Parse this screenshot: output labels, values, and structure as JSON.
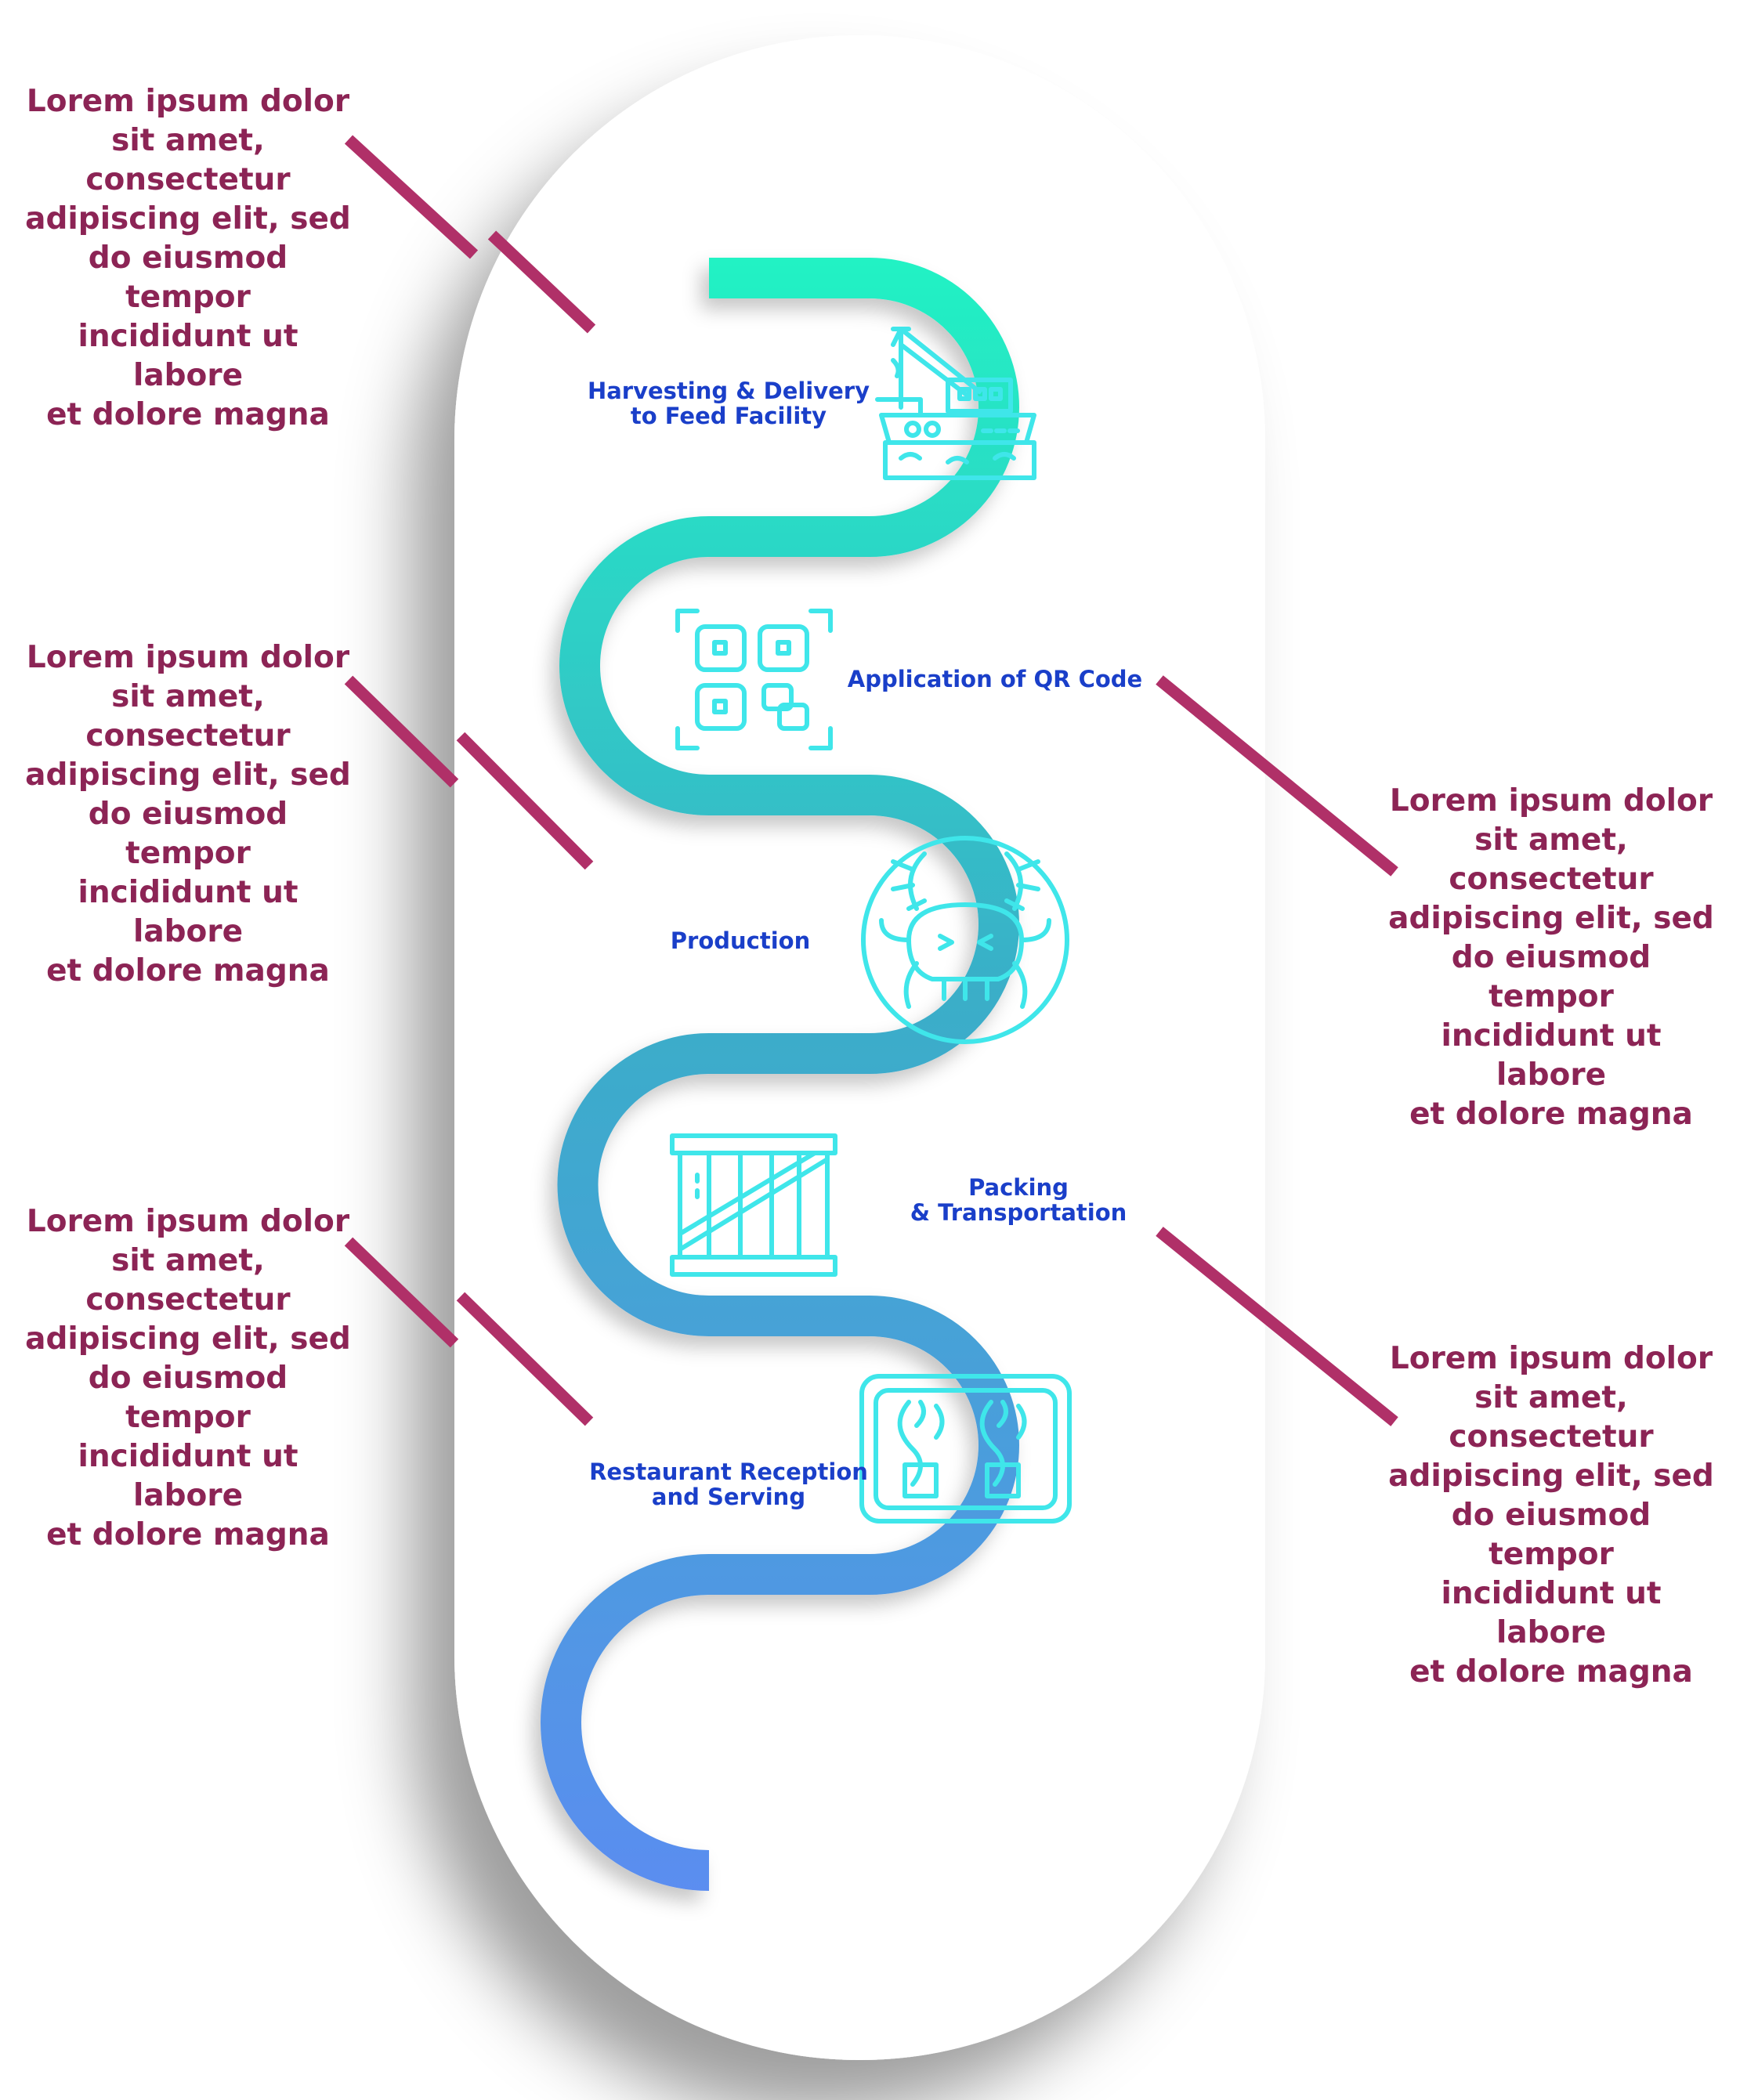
{
  "colors": {
    "path_start": "#22f2c4",
    "path_mid": "#3aaec8",
    "path_end": "#5b8df0",
    "icon": "#3fe6ea",
    "connector": "#b03068",
    "note_text": "#8c2455",
    "label_text": "#1a3fc9"
  },
  "steps": [
    {
      "label": "Harvesting & Delivery\nto Feed Facility",
      "icon": "fishing-boat-icon"
    },
    {
      "label": "Application of QR Code",
      "icon": "qr-code-icon"
    },
    {
      "label": "Production",
      "icon": "crab-icon"
    },
    {
      "label": "Packing\n& Transportation",
      "icon": "crate-icon"
    },
    {
      "label": "Restaurant Reception\nand Serving",
      "icon": "crab-claws-plate-icon"
    }
  ],
  "notes": [
    {
      "text": "Lorem ipsum dolor\nsit amet,\nconsectetur\nadipiscing elit, sed\ndo eiusmod tempor\nincididunt ut labore\net dolore magna",
      "side": "left"
    },
    {
      "text": "Lorem ipsum dolor\nsit amet,\nconsectetur\nadipiscing elit, sed\ndo eiusmod tempor\nincididunt ut labore\net dolore magna",
      "side": "left"
    },
    {
      "text": "Lorem ipsum dolor\nsit amet,\nconsectetur\nadipiscing elit, sed\ndo eiusmod tempor\nincididunt ut labore\net dolore magna",
      "side": "left"
    },
    {
      "text": "Lorem ipsum dolor\nsit amet,\nconsectetur\nadipiscing elit, sed\ndo eiusmod tempor\nincididunt ut labore\net dolore magna",
      "side": "right"
    },
    {
      "text": "Lorem ipsum dolor\nsit amet,\nconsectetur\nadipiscing elit, sed\ndo eiusmod tempor\nincididunt ut labore\net dolore magna",
      "side": "right"
    }
  ]
}
